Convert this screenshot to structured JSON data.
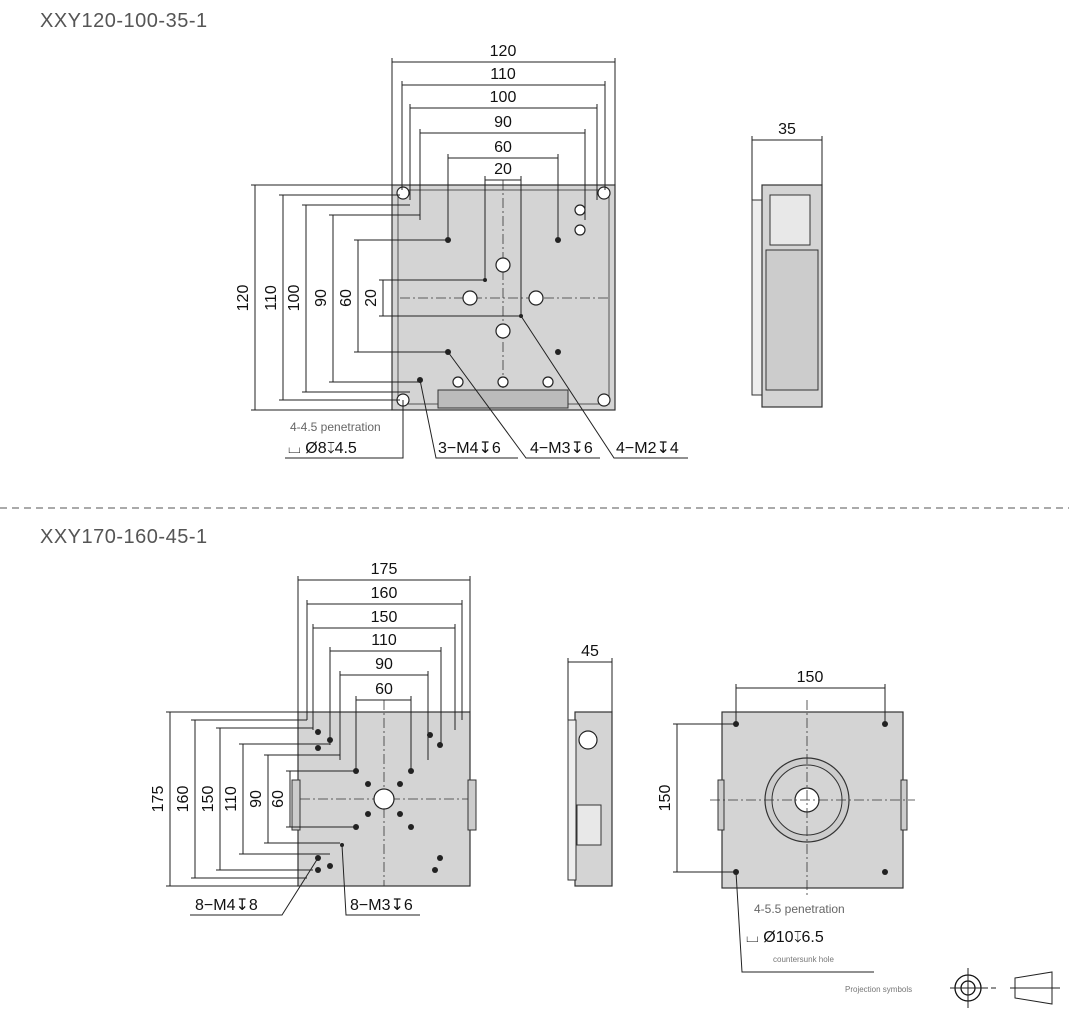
{
  "models": [
    {
      "name": "XXY120-100-35-1",
      "top_dims": [
        "120",
        "110",
        "100",
        "90",
        "60",
        "20"
      ],
      "left_dims": [
        "120",
        "110",
        "100",
        "90",
        "60",
        "20"
      ],
      "side_dim": "35",
      "penetration_note": "4-4.5 penetration",
      "counterbore": "⌴ Ø8↧4.5",
      "callouts": [
        "3−M4↧6",
        "4−M3↧6",
        "4−M2↧4"
      ]
    },
    {
      "name": "XXY170-160-45-1",
      "top_dims": [
        "175",
        "160",
        "150",
        "110",
        "90",
        "60"
      ],
      "left_dims": [
        "175",
        "160",
        "150",
        "110",
        "90",
        "60"
      ],
      "side_dim": "45",
      "bottom_dim_h": "150",
      "bottom_dim_v": "150",
      "callouts": [
        "8−M4↧8",
        "8−M3↧6"
      ],
      "penetration_note": "4-5.5 penetration",
      "counterbore": "⌴ Ø10↧6.5",
      "countersunk_note": "countersunk hole"
    }
  ],
  "projection_label": "Projection symbols"
}
